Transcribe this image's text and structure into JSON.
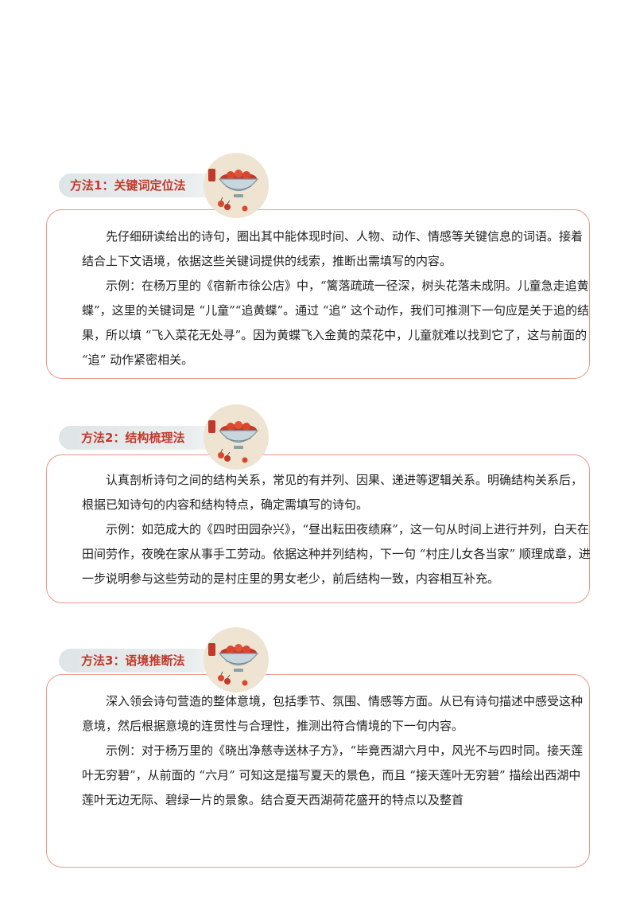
{
  "methods": [
    {
      "tag": "方法1：关键词定位法",
      "paragraphs": [
        "先仔细研读给出的诗句，圈出其中能体现时间、人物、动作、情感等关键信息的词语。接着结合上下文语境，依据这些关键词提供的线索，推断出需填写的内容。",
        "示例：在杨万里的《宿新市徐公店》中，“篱落疏疏一径深，树头花落未成阴。儿童急走追黄蝶”，这里的关键词是 “儿童”“追黄蝶”。通过 “追” 这个动作，我们可推测下一句应是关于追的结果，所以填 “飞入菜花无处寻”。因为黄蝶飞入金黄的菜花中，儿童就难以找到它了，这与前面的 “追” 动作紧密相关。"
      ]
    },
    {
      "tag": "方法2：结构梳理法",
      "paragraphs": [
        "认真剖析诗句之间的结构关系，常见的有并列、因果、递进等逻辑关系。明确结构关系后，根据已知诗句的内容和结构特点，确定需填写的诗句。",
        "示例：如范成大的《四时田园杂兴》，“昼出耘田夜绩麻”，这一句从时间上进行并列，白天在田间劳作，夜晚在家从事手工劳动。依据这种并列结构，下一句 “村庄儿女各当家” 顺理成章，进一步说明参与这些劳动的是村庄里的男女老少，前后结构一致，内容相互补充。"
      ]
    },
    {
      "tag": "方法3：语境推断法",
      "paragraphs": [
        "深入领会诗句营造的整体意境，包括季节、氛围、情感等方面。从已有诗句描述中感受这种意境，然后根据意境的连贯性与合理性，推测出符合情境的下一句内容。",
        "示例：对于杨万里的《晓出净慈寺送林子方》，“毕竟西湖六月中，风光不与四时同。接天莲叶无穷碧”，从前面的 “六月” 可知这是描写夏天的景色，而且 “接天莲叶无穷碧” 描绘出西湖中莲叶无边无际、碧绿一片的景象。结合夏天西湖荷花盛开的特点以及整首"
      ]
    }
  ],
  "icon": "bowl-of-berries-icon",
  "colors": {
    "accent": "#c0392b",
    "border": "#e8998b",
    "tag_bg": "#dfe5e7",
    "badge_bg": "#efe3d1"
  }
}
